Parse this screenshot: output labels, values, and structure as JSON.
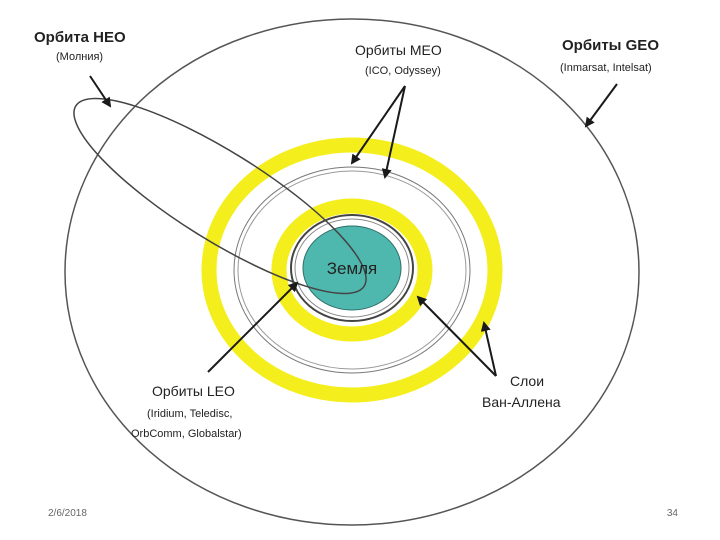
{
  "diagram": {
    "heo": {
      "title": "Орбита HEO",
      "subtitle": "(Молния)"
    },
    "meo": {
      "title": "Орбиты MEO",
      "subtitle": "(ICO, Odyssey)"
    },
    "geo": {
      "title": "Орбиты GEO",
      "subtitle": "(Inmarsat, Intelsat)"
    },
    "earth": {
      "label": "Земля"
    },
    "leo": {
      "title": "Орбиты LEO",
      "line1": "(Iridium, Teledisc,",
      "line2": "OrbComm, Globalstar)"
    },
    "van_allen": {
      "line1": "Слои",
      "line2": "Ван-Аллена"
    }
  },
  "colors": {
    "earth_fill": "#4fb8ae",
    "belt_yellow": "#f4ee1c",
    "orbit_stroke": "#444444"
  },
  "footer": {
    "date": "2/6/2018",
    "page": "34"
  }
}
